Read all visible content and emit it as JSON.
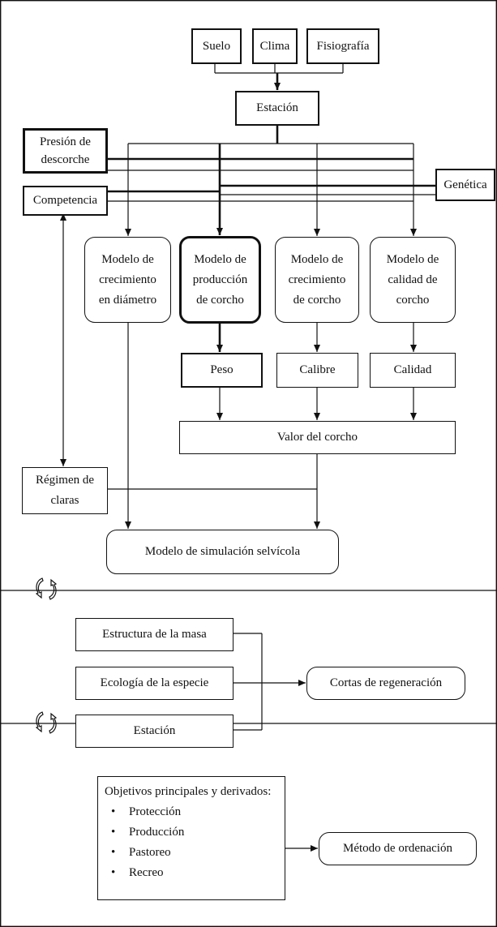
{
  "section1": {
    "soil": "Suelo",
    "climate": "Clima",
    "physiography": "Fisiografía",
    "site": "Estación",
    "debarking_pressure": "Presión de\ndescorche",
    "genetics": "Genética",
    "competition": "Competencia",
    "diameter_growth_model": "Modelo de\ncrecimiento\nen diámetro",
    "cork_production_model": "Modelo de\nproducción\nde corcho",
    "cork_growth_model": "Modelo de\ncrecimiento\nde corcho",
    "cork_quality_model": "Modelo de\ncalidad de\ncorcho",
    "weight": "Peso",
    "caliber": "Calibre",
    "quality": "Calidad",
    "cork_value": "Valor del corcho",
    "thinning_regime": "Régimen de\nclaras",
    "silvicultural_simulation_model": "Modelo de simulación selvícola"
  },
  "section2": {
    "stand_structure": "Estructura de la masa",
    "species_ecology": "Ecología de la especie",
    "site": "Estación",
    "regeneration_cuttings": "Cortas de regeneración"
  },
  "section3": {
    "objectives_title": "Objetivos principales y derivados:",
    "objectives": [
      "Protección",
      "Producción",
      "Pastoreo",
      "Recreo"
    ],
    "management_method": "Método de ordenación"
  },
  "icons": {
    "cycle": "recycle-arrows-icon"
  }
}
